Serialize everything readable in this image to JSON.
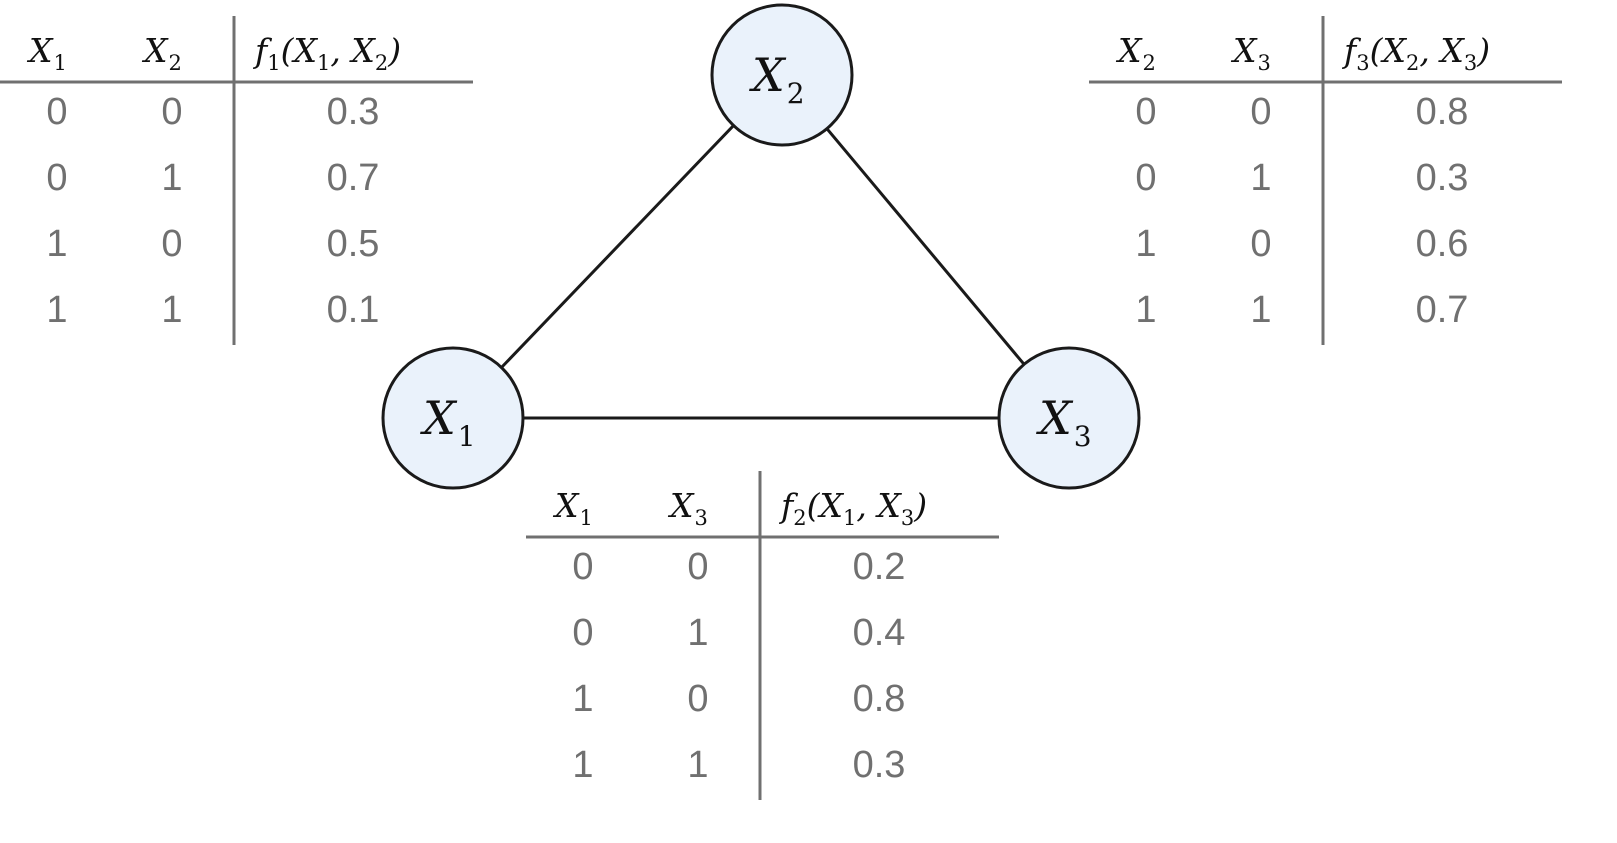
{
  "nodes": [
    {
      "id": "X2",
      "var": "X",
      "sub": "2"
    },
    {
      "id": "X1",
      "var": "X",
      "sub": "1"
    },
    {
      "id": "X3",
      "var": "X",
      "sub": "3"
    }
  ],
  "edges": [
    {
      "from": "X1",
      "to": "X2"
    },
    {
      "from": "X2",
      "to": "X3"
    },
    {
      "from": "X1",
      "to": "X3"
    }
  ],
  "tables": [
    {
      "name": "f1",
      "headers": [
        {
          "var": "X",
          "sub": "2"
        }
      ],
      "cols": [
        {
          "var": "X",
          "sub": "1"
        },
        {
          "var": "X",
          "sub": "2"
        }
      ],
      "fn": {
        "var": "f",
        "sub": "1",
        "args": [
          {
            "var": "X",
            "sub": "1"
          },
          {
            "var": "X",
            "sub": "2"
          }
        ]
      },
      "rows": [
        [
          "0",
          "0",
          "0.3"
        ],
        [
          "0",
          "1",
          "0.7"
        ],
        [
          "1",
          "0",
          "0.5"
        ],
        [
          "1",
          "1",
          "0.1"
        ]
      ]
    },
    {
      "name": "f3",
      "cols": [
        {
          "var": "X",
          "sub": "2"
        },
        {
          "var": "X",
          "sub": "3"
        }
      ],
      "fn": {
        "var": "f",
        "sub": "3",
        "args": [
          {
            "var": "X",
            "sub": "2"
          },
          {
            "var": "X",
            "sub": "3"
          }
        ]
      },
      "rows": [
        [
          "0",
          "0",
          "0.8"
        ],
        [
          "0",
          "1",
          "0.3"
        ],
        [
          "1",
          "0",
          "0.6"
        ],
        [
          "1",
          "1",
          "0.7"
        ]
      ]
    },
    {
      "name": "f2",
      "cols": [
        {
          "var": "X",
          "sub": "1"
        },
        {
          "var": "X",
          "sub": "3"
        }
      ],
      "fn": {
        "var": "f",
        "sub": "2",
        "args": [
          {
            "var": "X",
            "sub": "1"
          },
          {
            "var": "X",
            "sub": "3"
          }
        ]
      },
      "rows": [
        [
          "0",
          "0",
          "0.2"
        ],
        [
          "0",
          "1",
          "0.4"
        ],
        [
          "1",
          "0",
          "0.8"
        ],
        [
          "1",
          "1",
          "0.3"
        ]
      ]
    }
  ]
}
